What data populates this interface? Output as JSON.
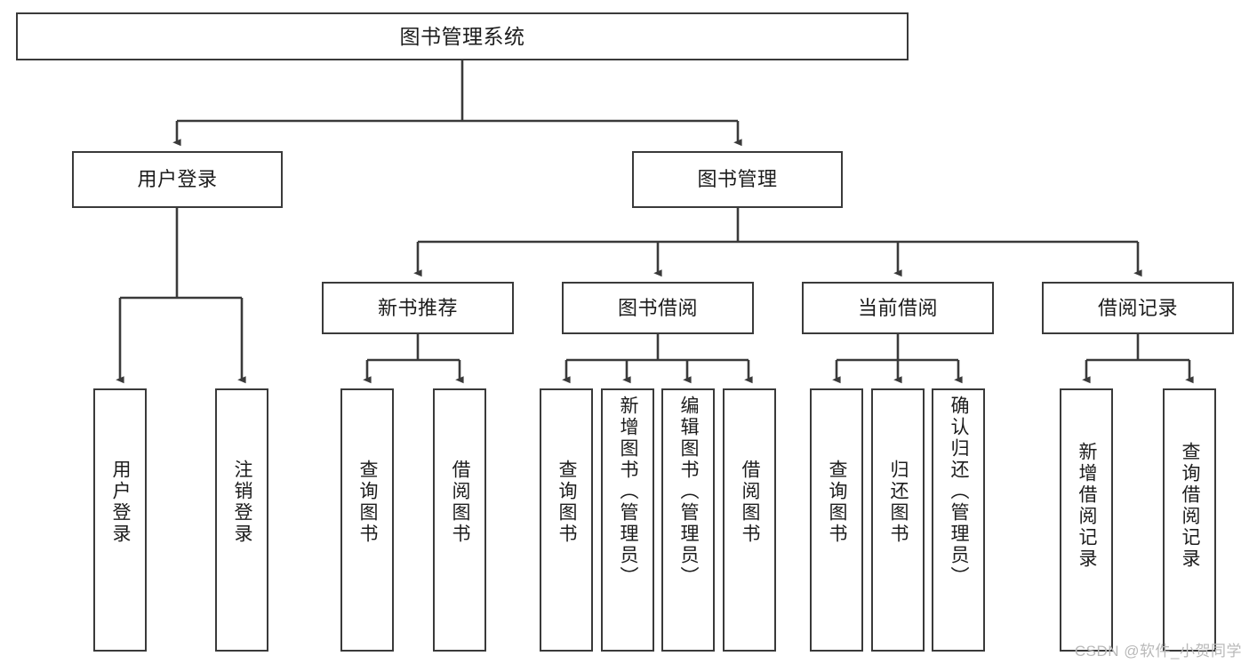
{
  "diagram": {
    "title": "图书管理系统",
    "type": "hierarchy-tree",
    "watermark": "CSDN @软件_小贺同学",
    "colors": {
      "background": "#ffffff",
      "box_border": "#3a3a3a",
      "text": "#1c1c1c",
      "connector": "#3a3a3a",
      "watermark": "#b9b9b9"
    },
    "root": {
      "label": "图书管理系统"
    },
    "level2": [
      {
        "label": "用户登录"
      },
      {
        "label": "图书管理"
      }
    ],
    "level3": [
      {
        "label": "新书推荐"
      },
      {
        "label": "图书借阅"
      },
      {
        "label": "当前借阅"
      },
      {
        "label": "借阅记录"
      }
    ],
    "leaves": {
      "user_login": [
        {
          "label": "用户登录"
        },
        {
          "label": "注销登录"
        }
      ],
      "new_book": [
        {
          "label": "查询图书"
        },
        {
          "label": "借阅图书"
        }
      ],
      "book_borrow": [
        {
          "label": "查询图书"
        },
        {
          "label": "新增图书（管理员）"
        },
        {
          "label": "编辑图书（管理员）"
        },
        {
          "label": "借阅图书"
        }
      ],
      "current_borrow": [
        {
          "label": "查询图书"
        },
        {
          "label": "归还图书"
        },
        {
          "label": "确认归还（管理员）"
        }
      ],
      "borrow_record": [
        {
          "label": "新增借阅记录"
        },
        {
          "label": "查询借阅记录"
        }
      ]
    }
  }
}
